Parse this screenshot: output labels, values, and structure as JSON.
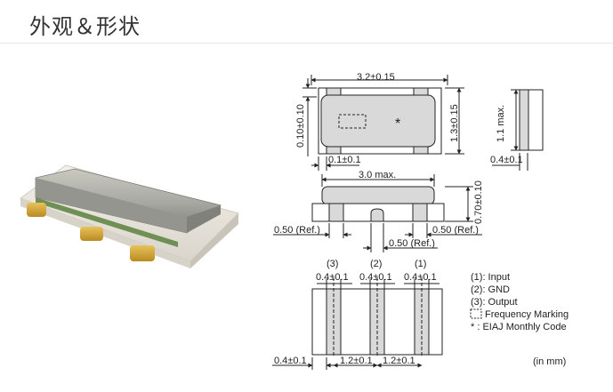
{
  "header": {
    "title": "外观＆形状",
    "accent_color": "#e8112d"
  },
  "dimensions": {
    "top_width": "3.2±0.15",
    "top_height": "1.3±0.15",
    "left_height": "0.10±0.10",
    "pad_width": "0.1±0.1",
    "side_height": "1.1 max.",
    "side_width": "0.4±0.1",
    "front_width": "3.0 max.",
    "front_height": "0.70±0.10",
    "ref_left": "0.50 (Ref.)",
    "ref_right": "0.50 (Ref.)",
    "ref_center": "0.50 (Ref.)",
    "asterisk": "*",
    "bottom_labels": [
      "(3)",
      "(2)",
      "(1)"
    ],
    "bottom_pad_width": "0.4±0.1",
    "bottom_left": "0.4±0.1",
    "pitch": "1.2±0.1",
    "unit": "(in mm)"
  },
  "legend": [
    "(1): Input",
    "(2): GND",
    "(3): Output",
    "Frequency Marking",
    "* : EIAJ Monthly Code"
  ]
}
